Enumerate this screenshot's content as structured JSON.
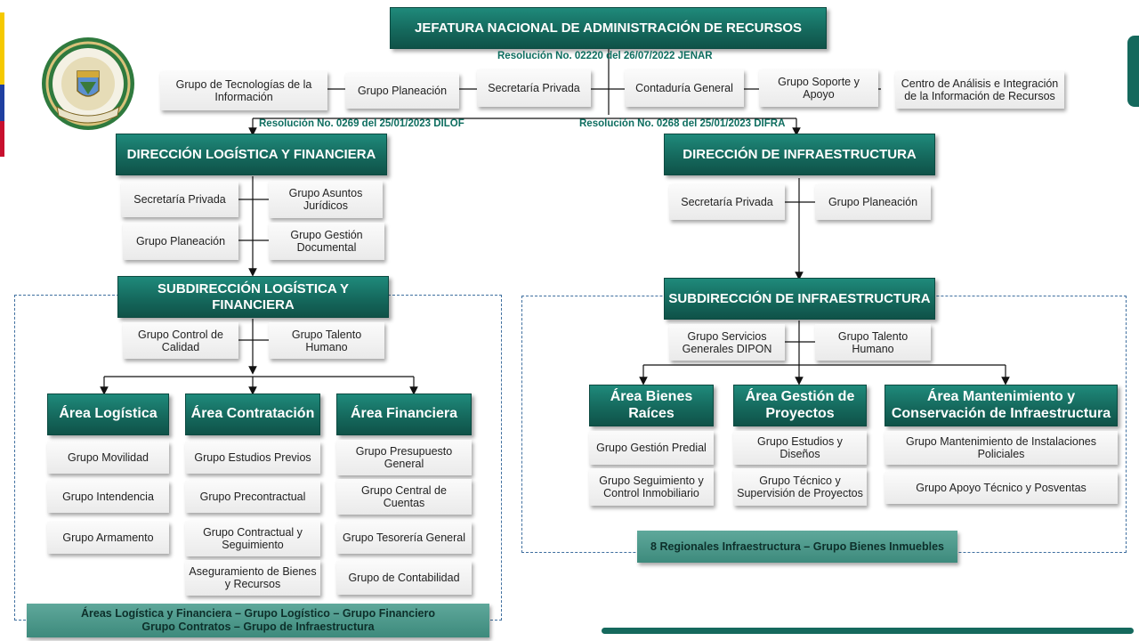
{
  "top": {
    "title": "JEFATURA NACIONAL DE ADMINISTRACIÓN DE RECURSOS",
    "resolution": "Resolución No. 02220 del 26/07/2022 JENAR",
    "groups": [
      "Grupo de Tecnologías de la Información",
      "Grupo Planeación",
      "Secretaría Privada",
      "Contaduría General",
      "Grupo Soporte y Apoyo",
      "Centro de Análisis e Integración de la Información de Recursos"
    ]
  },
  "logistica": {
    "resolution": "Resolución No. 0269 del 25/01/2023 DILOF",
    "title": "DIRECCIÓN LOGÍSTICA Y FINANCIERA",
    "groups": [
      "Secretaría Privada",
      "Grupo Asuntos Jurídicos",
      "Grupo Planeación",
      "Grupo Gestión Documental"
    ],
    "sub_title": "SUBDIRECCIÓN LOGÍSTICA Y FINANCIERA",
    "sub_groups": [
      "Grupo Control de Calidad",
      "Grupo Talento Humano"
    ],
    "areas": [
      {
        "title": "Área Logística",
        "groups": [
          "Grupo Movilidad",
          "Grupo Intendencia",
          "Grupo Armamento"
        ]
      },
      {
        "title": "Área Contratación",
        "groups": [
          "Grupo Estudios Previos",
          "Grupo Precontractual",
          "Grupo Contractual y Seguimiento",
          "Aseguramiento de Bienes y Recursos"
        ]
      },
      {
        "title": "Área Financiera",
        "groups": [
          "Grupo Presupuesto General",
          "Grupo Central de Cuentas",
          "Grupo Tesorería General",
          "Grupo de Contabilidad"
        ]
      }
    ],
    "footer_line1": "Áreas Logística y Financiera – Grupo Logístico – Grupo Financiero",
    "footer_line2": "Grupo Contratos – Grupo de Infraestructura"
  },
  "infra": {
    "resolution": "Resolución No. 0268 del 25/01/2023 DIFRA",
    "title": "DIRECCIÓN DE INFRAESTRUCTURA",
    "groups": [
      "Secretaría Privada",
      "Grupo Planeación"
    ],
    "sub_title": "SUBDIRECCIÓN DE INFRAESTRUCTURA",
    "sub_groups": [
      "Grupo Servicios Generales DIPON",
      "Grupo Talento Humano"
    ],
    "areas": [
      {
        "title": "Área Bienes Raíces",
        "groups": [
          "Grupo Gestión Predial",
          "Grupo Seguimiento y Control Inmobiliario"
        ]
      },
      {
        "title": "Área Gestión de Proyectos",
        "groups": [
          "Grupo Estudios y Diseños",
          "Grupo Técnico y Supervisión de Proyectos"
        ]
      },
      {
        "title": "Área Mantenimiento y Conservación de Infraestructura",
        "groups": [
          "Grupo Mantenimiento de Instalaciones Policiales",
          "Grupo Apoyo Técnico y Posventas"
        ]
      }
    ],
    "footer": "8 Regionales Infraestructura – Grupo Bienes Inmuebles"
  },
  "colors": {
    "header": "#15695d",
    "resolution_text": "#0e6e60",
    "flag_yellow": "#f5c900",
    "flag_blue": "#1f3fa0",
    "flag_red": "#c8102e"
  }
}
